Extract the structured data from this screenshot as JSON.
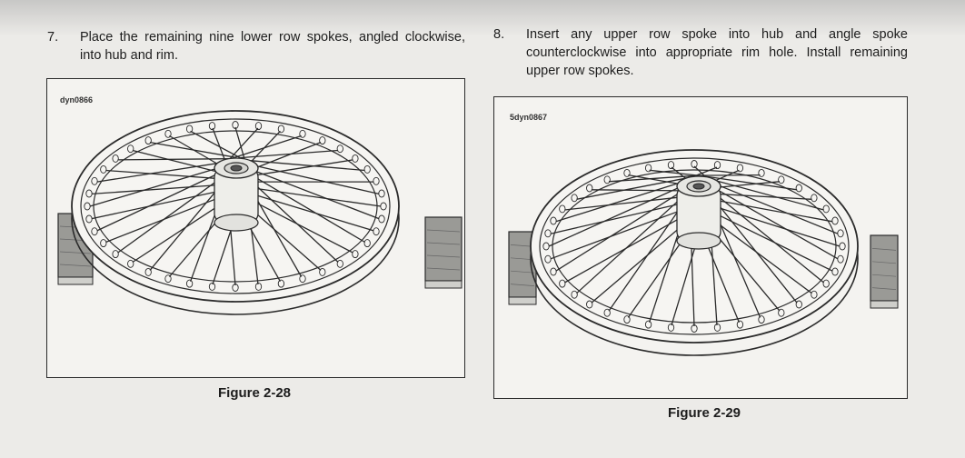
{
  "steps": [
    {
      "number": "7.",
      "text": "Place the remaining nine lower row spokes, angled clockwise, into hub and rim."
    },
    {
      "number": "8.",
      "text": "Insert any upper row spoke into hub and angle spoke counterclockwise into appropriate rim hole. Install remaining upper row spokes."
    }
  ],
  "figures": [
    {
      "code": "dyn0866",
      "caption": "Figure 2-28",
      "illustration": "spoked-wheel-on-blocks"
    },
    {
      "code": "5dyn0867",
      "caption": "Figure 2-29",
      "illustration": "spoked-wheel-on-blocks"
    }
  ],
  "colors": {
    "line": "#2b2b2b",
    "paper": "#ecebe8",
    "wood": "#9a9a96"
  }
}
